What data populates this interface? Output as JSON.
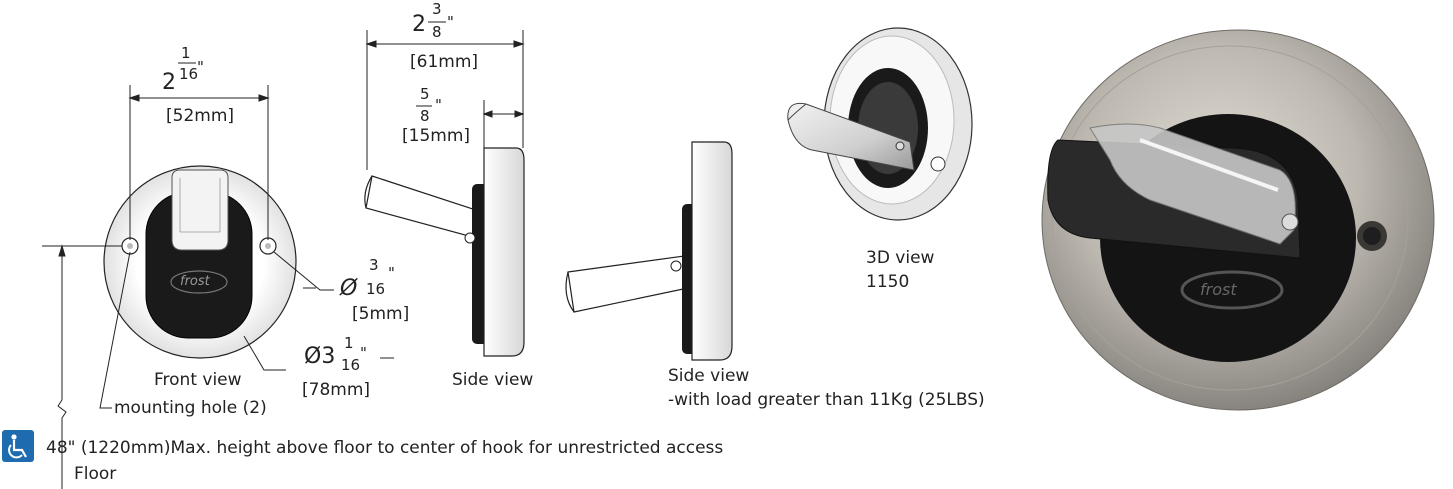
{
  "dims": {
    "width_whole": "2",
    "width_num": "1",
    "width_den": "16",
    "width_unit": "\"",
    "width_mm": "[52mm]",
    "depth_whole": "2",
    "depth_num": "3",
    "depth_den": "8",
    "depth_unit": "\"",
    "depth_mm": "[61mm]",
    "plate_num": "5",
    "plate_den": "8",
    "plate_unit": "\"",
    "plate_mm": "[15mm]",
    "hole_sym": "Ø",
    "hole_num": "3",
    "hole_den": "16",
    "hole_unit": "\"",
    "hole_mm": "[5mm]",
    "dia_sym": "Ø3",
    "dia_num": "1",
    "dia_den": "16",
    "dia_unit": "\"",
    "dia_mm": "[78mm]"
  },
  "labels": {
    "front_view": "Front view",
    "mounting_hole": "mounting hole (2)",
    "side_view_1": "Side view",
    "side_view_2": "Side view",
    "side_view_2_note": "-with load greater than 11Kg (25LBS)",
    "view_3d": "3D view",
    "model": "1150",
    "brand": "frost",
    "accessibility_note": "48\" (1220mm)Max. height above floor to center of hook for unrestricted access",
    "floor": "Floor"
  },
  "colors": {
    "line": "#222222",
    "rubber": "#1a1a1a",
    "steel": "#b8b4ad",
    "access_blue": "#1e6bb0"
  },
  "icons": [
    "wheelchair-accessibility-icon",
    "diameter-symbol"
  ]
}
